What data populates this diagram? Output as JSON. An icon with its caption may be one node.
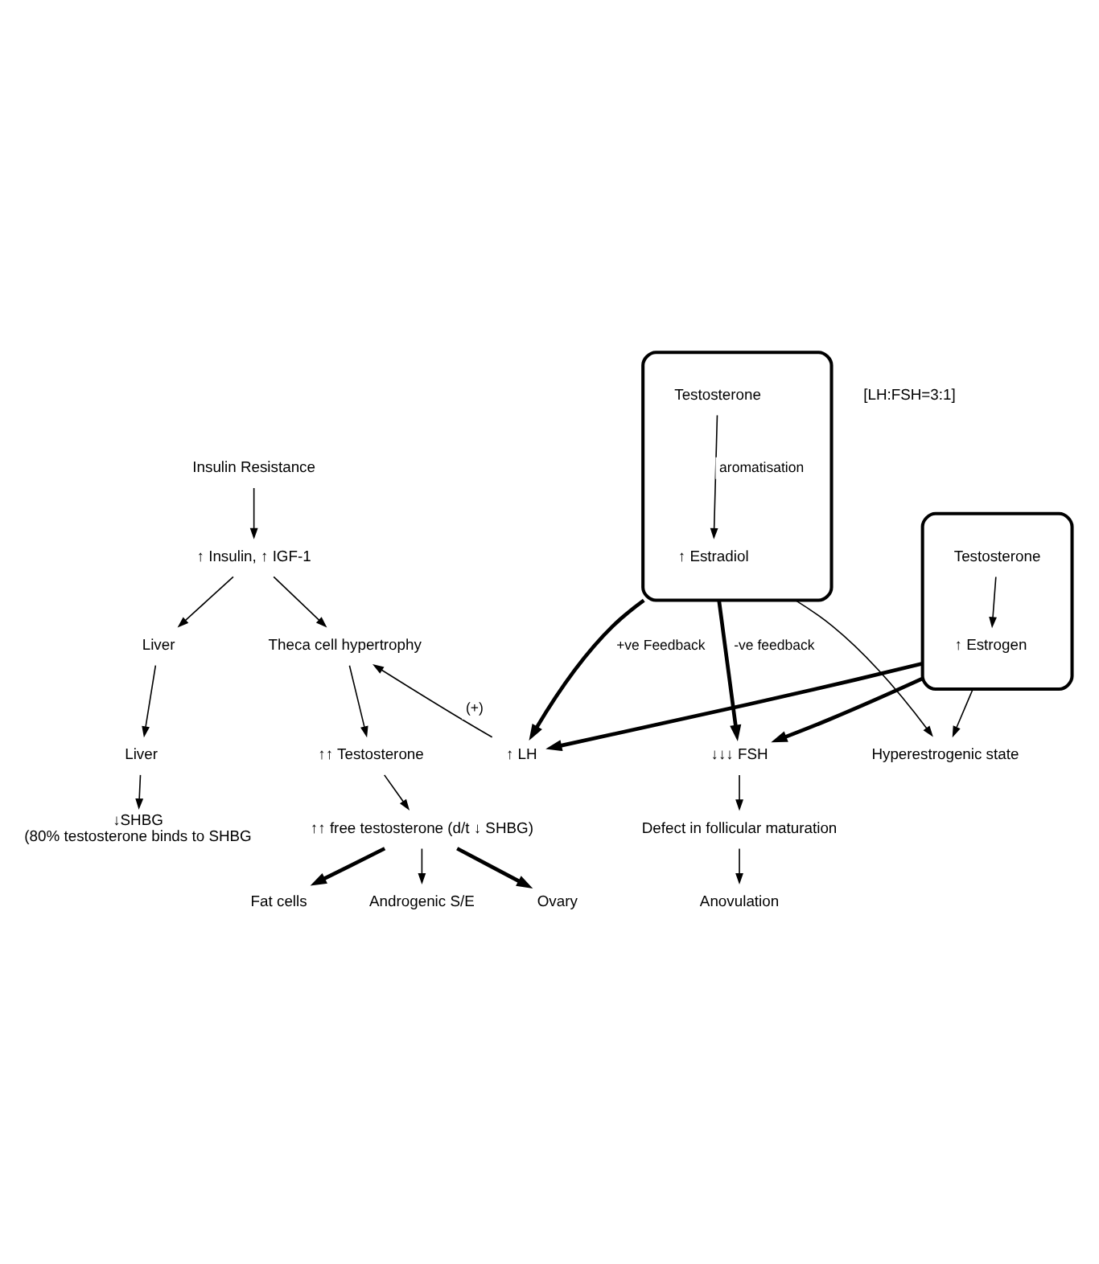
{
  "diagram": {
    "nodes": [
      {
        "text": [
          "Insulin Resistance"
        ]
      },
      {
        "text": [
          "↑ Insulin, ↑ IGF-1"
        ]
      },
      {
        "text": [
          "Theca cell hypertrophy"
        ]
      },
      {
        "text": [
          "Liver"
        ]
      },
      {
        "text": [
          "Liver"
        ]
      },
      {
        "text": [
          "↓SHBG",
          "(80% testosterone binds to SHBG"
        ]
      },
      {
        "text": [
          "↑↑ Testosterone"
        ]
      },
      {
        "text": [
          "↑↑ free testosterone (d/t ↓ SHBG)"
        ]
      },
      {
        "text": [
          "Androgenic S/E"
        ]
      },
      {
        "text": [
          "Ovary"
        ]
      },
      {
        "text": [
          "Fat cells"
        ]
      },
      {
        "text": [],
        "shape": "cloud"
      },
      {
        "text": [
          "Testosterone"
        ],
        "in": 11
      },
      {
        "text": [
          "↑ Estradiol"
        ],
        "in": 11
      },
      {
        "text": [],
        "shape": "cloud"
      },
      {
        "text": [
          "Testosterone"
        ],
        "in": 14
      },
      {
        "text": [
          "↑ Estrogen"
        ],
        "in": 14
      },
      {
        "text": [
          "Hyperestrogenic state"
        ]
      },
      {
        "text": [
          "↑ LH"
        ]
      },
      {
        "text": [
          "↓↓↓ FSH"
        ]
      },
      {
        "text": [
          "Defect in follicular maturation"
        ]
      },
      {
        "text": [
          "Anovulation"
        ]
      }
    ],
    "edges": [
      {
        "from": 0,
        "to": 1,
        "arrow": "to"
      },
      {
        "from": 1,
        "to": 2,
        "arrow": "to"
      },
      {
        "from": 1,
        "to": 3,
        "arrow": "to"
      },
      {
        "from": 3,
        "to": 4,
        "arrow": "to"
      },
      {
        "from": 4,
        "to": 5,
        "arrow": "to"
      },
      {
        "from": 2,
        "to": 6,
        "arrow": "to"
      },
      {
        "from": 6,
        "to": 7,
        "arrow": "to"
      },
      {
        "from": 7,
        "to": 8,
        "arrow": "to"
      },
      {
        "from": 7,
        "to": 9,
        "arrow": "to",
        "style": "thick"
      },
      {
        "from": 7,
        "to": 10,
        "arrow": "to",
        "style": "thick"
      },
      {
        "from": 12,
        "to": 13,
        "arrow": "to",
        "label": "aromatisation"
      },
      {
        "from": 15,
        "to": 16,
        "arrow": "to"
      },
      {
        "from": 11,
        "to": 17,
        "arrow": "to"
      },
      {
        "from": 14,
        "to": 17,
        "arrow": "to"
      },
      {
        "from": 11,
        "to": 18,
        "arrow": "to",
        "label": "+ve Feedback",
        "style": "thick"
      },
      {
        "from": 14,
        "to": 18,
        "arrow": "to",
        "style": "thick"
      },
      {
        "from": 11,
        "to": 19,
        "arrow": "to",
        "label": "-ve feedback",
        "style": "thick"
      },
      {
        "from": 14,
        "to": 19,
        "arrow": "to",
        "style": "thick"
      },
      {
        "from": 18,
        "to": 2,
        "arrow": "to",
        "label": "(+)"
      },
      {
        "from": 19,
        "to": 20,
        "arrow": "to"
      },
      {
        "from": 20,
        "to": 21,
        "arrow": "to"
      }
    ],
    "labels": [
      "[LH:FSH=3:1]"
    ]
  }
}
